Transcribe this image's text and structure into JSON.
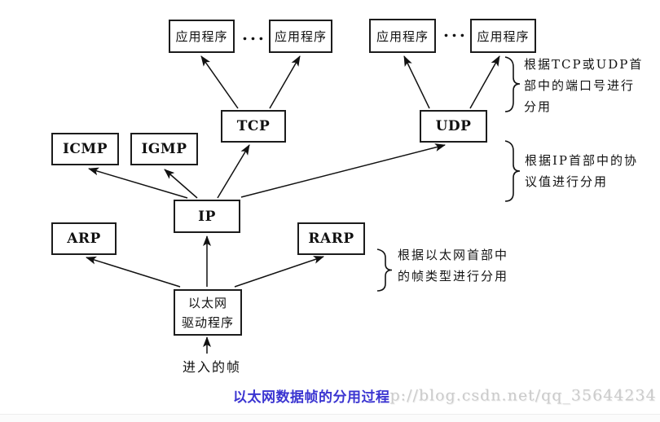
{
  "nodes": {
    "app1": "应用程序",
    "app2": "应用程序",
    "app3": "应用程序",
    "app4": "应用程序",
    "dots_left": "...",
    "dots_right": "...",
    "tcp": "TCP",
    "udp": "UDP",
    "icmp": "ICMP",
    "igmp": "IGMP",
    "ip": "IP",
    "arp": "ARP",
    "rarp": "RARP",
    "ethernet_driver": "以太网\n驱动程序",
    "incoming_frame": "进入的帧"
  },
  "annotations": {
    "ports": "根据TCP或UDP首\n部中的端口号进行\n分用",
    "protocol": "根据IP首部中的协\n议值进行分用",
    "frame_type": "根据以太网首部中\n的帧类型进行分用"
  },
  "caption": {
    "title": "以太网数据帧的分用过程",
    "watermark": "p://blog.csdn.net/qq_35644234"
  },
  "colors": {
    "caption_blue": "#3b35d1",
    "watermark_gray": "#cbcbcb",
    "diagram_ink": "#111111"
  }
}
